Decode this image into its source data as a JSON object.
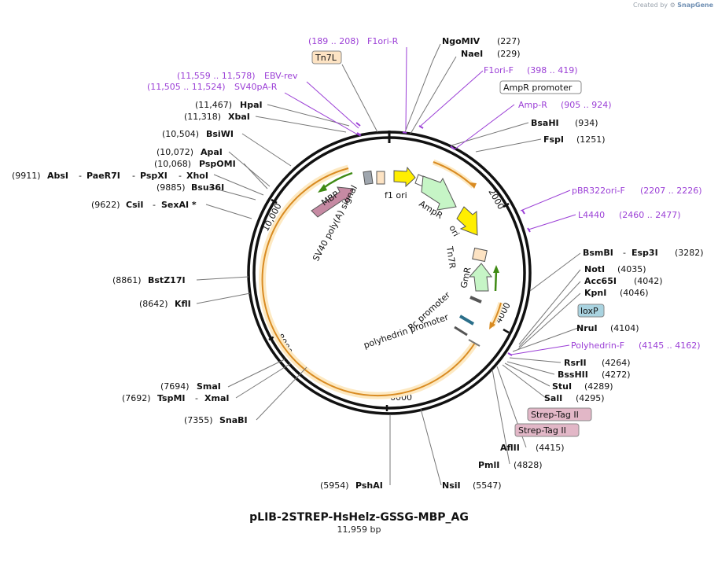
{
  "credit": {
    "text": "Created by",
    "brand": "SnapGene"
  },
  "plasmid": {
    "name": "pLIB-2STREP-HsHelz-GSSG-MBP_AG",
    "length": "11,959 bp"
  },
  "ticks": [
    "2000",
    "4000",
    "6000",
    "8000",
    "10,000"
  ],
  "sites": [
    {
      "name": "NgoMIV",
      "pos": "(227)"
    },
    {
      "name": "NaeI",
      "pos": "(229)"
    },
    {
      "name": "BsaHI",
      "pos": "(934)"
    },
    {
      "name": "FspI",
      "pos": "(1251)"
    },
    {
      "name": "BsmBI",
      "name2": "Esp3I",
      "pos": "(3282)"
    },
    {
      "name": "NotI",
      "pos": "(4035)"
    },
    {
      "name": "Acc65I",
      "pos": "(4042)"
    },
    {
      "name": "KpnI",
      "pos": "(4046)"
    },
    {
      "name": "NruI",
      "pos": "(4104)"
    },
    {
      "name": "RsrII",
      "pos": "(4264)"
    },
    {
      "name": "BssHII",
      "pos": "(4272)"
    },
    {
      "name": "StuI",
      "pos": "(4289)"
    },
    {
      "name": "SalI",
      "pos": "(4295)"
    },
    {
      "name": "AflII",
      "pos": "(4415)"
    },
    {
      "name": "PmlI",
      "pos": "(4828)"
    },
    {
      "name": "NsiI",
      "pos": "(5547)"
    },
    {
      "name": "PshAI",
      "pos": "(5954)"
    },
    {
      "name": "SnaBI",
      "pos": "(7355)"
    },
    {
      "name": "TspMI",
      "name2": "XmaI",
      "pos": "(7692)"
    },
    {
      "name": "SmaI",
      "pos": "(7694)"
    },
    {
      "name": "KflI",
      "pos": "(8642)"
    },
    {
      "name": "BstZ17I",
      "pos": "(8861)"
    },
    {
      "name": "CsiI",
      "name2": "SexAI *",
      "pos": "(9622)"
    },
    {
      "name": "Bsu36I",
      "pos": "(9885)"
    },
    {
      "name": "AbsI",
      "name2": "PaeR7I",
      "name3": "PspXI",
      "name4": "XhoI",
      "pos": "(9911)"
    },
    {
      "name": "PspOMI",
      "pos": "(10,068)"
    },
    {
      "name": "ApaI",
      "pos": "(10,072)"
    },
    {
      "name": "BsiWI",
      "pos": "(10,504)"
    },
    {
      "name": "XbaI",
      "pos": "(11,318)"
    },
    {
      "name": "HpaI",
      "pos": "(11,467)"
    }
  ],
  "primers": [
    {
      "name": "F1ori-R",
      "pos": "(189 .. 208)"
    },
    {
      "name": "F1ori-F",
      "pos": "(398 .. 419)"
    },
    {
      "name": "Amp-R",
      "pos": "(905 .. 924)"
    },
    {
      "name": "pBR322ori-F",
      "pos": "(2207 .. 2226)"
    },
    {
      "name": "L4440",
      "pos": "(2460 .. 2477)"
    },
    {
      "name": "Polyhedrin-F",
      "pos": "(4145 .. 4162)"
    },
    {
      "name": "EBV-rev",
      "pos": "(11,559 .. 11,578)"
    },
    {
      "name": "SV40pA-R",
      "pos": "(11,505 .. 11,524)"
    }
  ],
  "boxes": [
    {
      "name": "Tn7L",
      "color": "#fde3c3"
    },
    {
      "name": "AmpR promoter",
      "color": "#ffffff"
    },
    {
      "name": "loxP",
      "color": "#a9d3e0"
    },
    {
      "name": "Strep-Tag II",
      "color": "#e2b7c7"
    },
    {
      "name": "Strep-Tag II",
      "color": "#e2b7c7"
    }
  ],
  "features": [
    "MBP",
    "SV40 poly(A) signal",
    "f1 ori",
    "AmpR",
    "ori",
    "Tn7R",
    "GmR",
    "Pc promoter",
    "polyhedrin promoter"
  ],
  "colors": {
    "site": "#111111",
    "primer": "#9b3fd6",
    "orange_arc": "#e39a2c",
    "green_arrow": "#3f8a14"
  }
}
